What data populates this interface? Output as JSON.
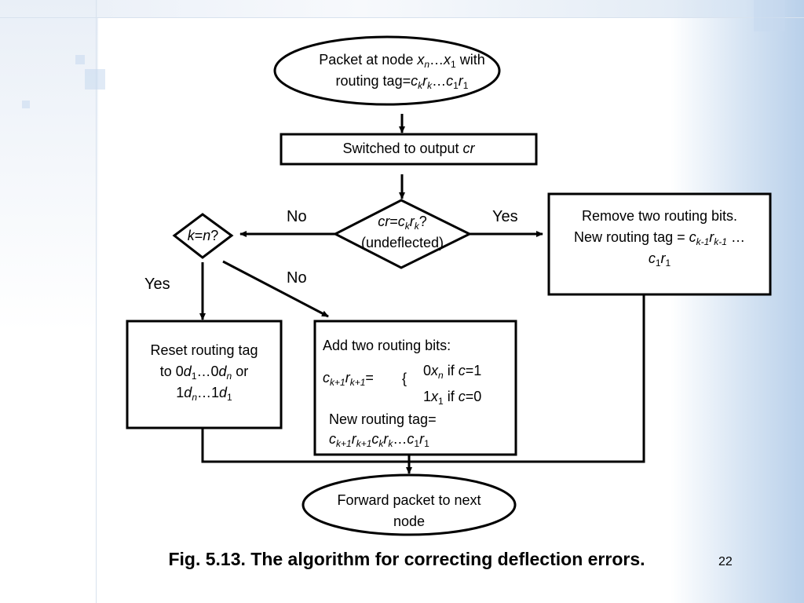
{
  "diagram": {
    "start_node": {
      "line1_pre": "Packet at node ",
      "line1_x1": "x",
      "line1_sub1": "n",
      "line1_dots": "…",
      "line1_x2": "x",
      "line1_sub2": "1",
      "line1_post": " with",
      "line2_pre": "routing tag=",
      "line2_c1": "c",
      "line2_sub1": "k",
      "line2_r1": "r",
      "line2_sub2": "k",
      "line2_dots": "…",
      "line2_c2": "c",
      "line2_sub3": "1",
      "line2_r2": "r",
      "line2_sub4": "1"
    },
    "switch_node": {
      "pre": "Switched to output ",
      "var": "cr"
    },
    "decision_cr": {
      "var1": "cr",
      "eq": "=",
      "c": "c",
      "sub1": "k",
      "r": "r",
      "sub2": "k",
      "q": "?",
      "line2": "(undeflected)"
    },
    "decision_k": {
      "k": "k",
      "eq": "=",
      "n": "n",
      "q": "?"
    },
    "remove_node": {
      "line1": "Remove two routing bits.",
      "line2_pre": "New routing tag = ",
      "c": "c",
      "sub1": "k-1",
      "r": "r",
      "sub2": "k-1",
      "dots": " …",
      "c1": "c",
      "sub3": "1",
      "r1": "r",
      "sub4": "1"
    },
    "reset_node": {
      "line1": "Reset routing tag",
      "l2_pre": "to 0",
      "l2_d1": "d",
      "l2_s1": "1",
      "l2_mid": "…0",
      "l2_d2": "d",
      "l2_s2": "n",
      "l2_post": " or",
      "l3_pre": "1",
      "l3_d1": "d",
      "l3_s1": "n",
      "l3_mid": "…1",
      "l3_d2": "d",
      "l3_s2": "1"
    },
    "add_node": {
      "line1": "Add two routing bits:",
      "lhs_c": "c",
      "lhs_s1": "k+1",
      "lhs_r": "r",
      "lhs_s2": "k+1",
      "lhs_eq": "=",
      "brace": "{",
      "case1_pre": "0",
      "case1_x": "x",
      "case1_s": "n",
      "case1_if": " if ",
      "case1_c": "c",
      "case1_val": "=1",
      "case2_pre": "1",
      "case2_x": "x",
      "case2_s": "1",
      "case2_if": " if ",
      "case2_c": "c",
      "case2_val": "=0",
      "tag_label": "New routing tag=",
      "tag_c1": "c",
      "tag_s1": "k+1",
      "tag_r1": "r",
      "tag_s2": "k+1",
      "tag_c2": "c",
      "tag_s3": "k",
      "tag_r2": "r",
      "tag_s4": "k",
      "tag_dots": "…",
      "tag_c3": "c",
      "tag_s5": "1",
      "tag_r3": "r",
      "tag_s6": "1"
    },
    "forward_node": {
      "line1": "Forward packet to next",
      "line2": "node"
    },
    "labels": {
      "no_top": "No",
      "yes_right": "Yes",
      "yes_left": "Yes",
      "no_diag": "No"
    }
  },
  "caption": "Fig. 5.13. The algorithm for correcting deflection errors.",
  "page_number": "22",
  "colors": {
    "stroke": "#000000",
    "accent_background": "#c7d8ee"
  }
}
